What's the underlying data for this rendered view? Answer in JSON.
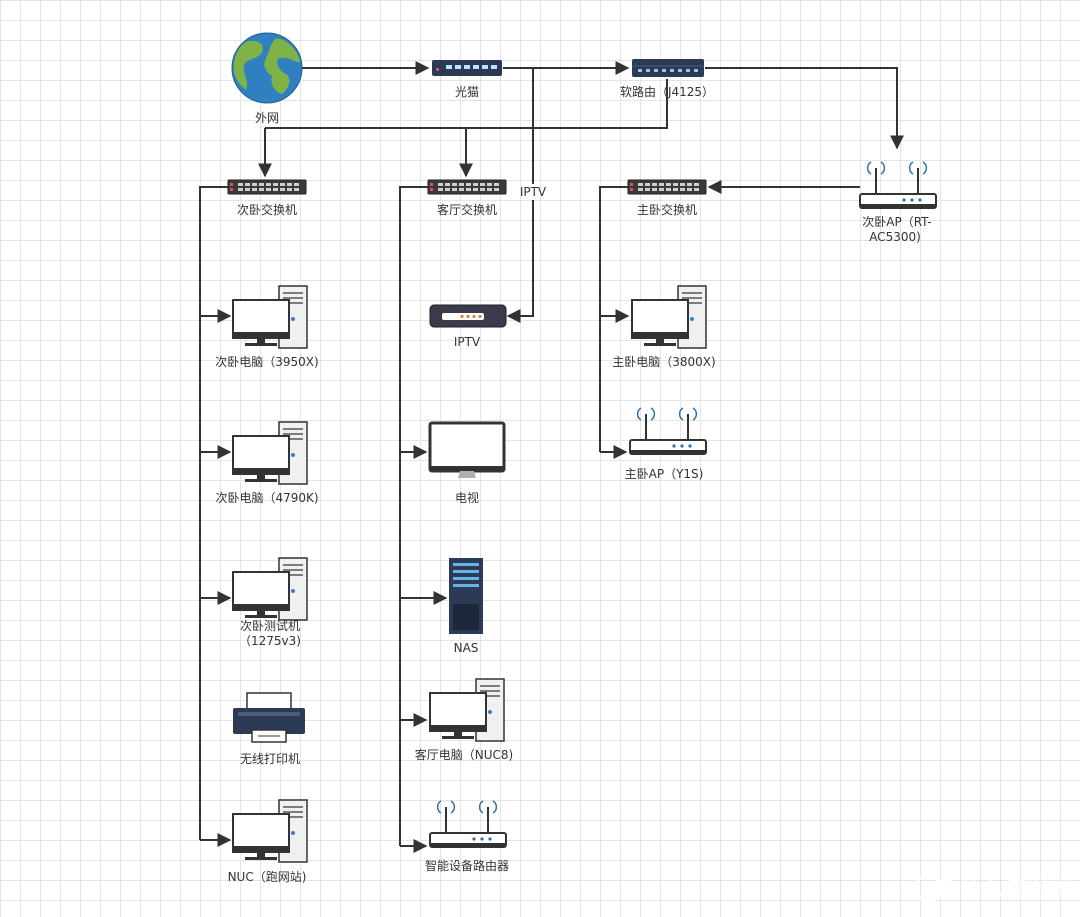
{
  "nodes": {
    "internet": "外网",
    "modem": "光猫",
    "soft_router": "软路由（J4125）",
    "iptv_line_label": "IPTV",
    "bedroom2_switch": "次卧交换机",
    "living_switch": "客厅交换机",
    "master_switch": "主卧交换机",
    "bedroom2_ap_line1": "次卧AP（RT-",
    "bedroom2_ap_line2": "AC5300)",
    "pc_3950x": "次卧电脑（3950X)",
    "pc_4790k": "次卧电脑（4790K)",
    "test_pc_line1": "次卧测试机",
    "test_pc_line2": "（1275v3)",
    "printer": "无线打印机",
    "nuc": "NUC（跑网站)",
    "iptv_box": "IPTV",
    "tv": "电视",
    "nas": "NAS",
    "living_pc": "客厅电脑（NUC8)",
    "smart_router": "智能设备路由器",
    "master_pc": "主卧电脑（3800X)",
    "master_ap": "主卧AP（Y1S)"
  },
  "watermark": "值 什么值得买",
  "colors": {
    "line": "#333333",
    "device_dark": "#2b3a55",
    "globe_water": "#2f7fc1",
    "globe_land": "#7fb347",
    "grid": "#e4e4e4"
  }
}
